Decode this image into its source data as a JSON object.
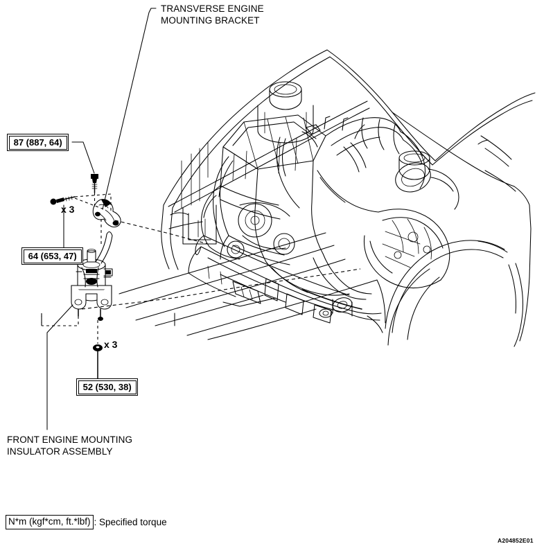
{
  "document": {
    "type": "service-manual-exploded-diagram",
    "drawing_id": "A204852E01",
    "line_color": "#000000",
    "background_color": "#ffffff"
  },
  "callouts": [
    {
      "id": "transverse-engine-mounting-bracket",
      "line1": "TRANSVERSE ENGINE",
      "line2": "MOUNTING BRACKET",
      "text": "TRANSVERSE ENGINE\nMOUNTING BRACKET"
    },
    {
      "id": "front-engine-mounting-insulator-assembly",
      "line1": "FRONT ENGINE MOUNTING",
      "line2": "INSULATOR ASSEMBLY",
      "text": "FRONT ENGINE MOUNTING\nINSULATOR ASSEMBLY"
    }
  ],
  "torque_specs": [
    {
      "id": "torque-87",
      "value": "87 (887, 64)",
      "nm": 87,
      "kgf_cm": 887,
      "ft_lbf": 64,
      "fastener": "bolt",
      "quantity": 1
    },
    {
      "id": "torque-64",
      "value": "64 (653, 47)",
      "nm": 64,
      "kgf_cm": 653,
      "ft_lbf": 47,
      "fastener": "bolt",
      "quantity": 3
    },
    {
      "id": "torque-52",
      "value": "52 (530, 38)",
      "nm": 52,
      "kgf_cm": 530,
      "ft_lbf": 38,
      "fastener": "nut",
      "quantity": 3
    }
  ],
  "multipliers": [
    {
      "id": "mult-upper",
      "text": "x 3"
    },
    {
      "id": "mult-lower",
      "text": "x 3"
    }
  ],
  "legend": {
    "units_box": "N*m (kgf*cm, ft.*lbf)",
    "description": ": Specified torque"
  }
}
